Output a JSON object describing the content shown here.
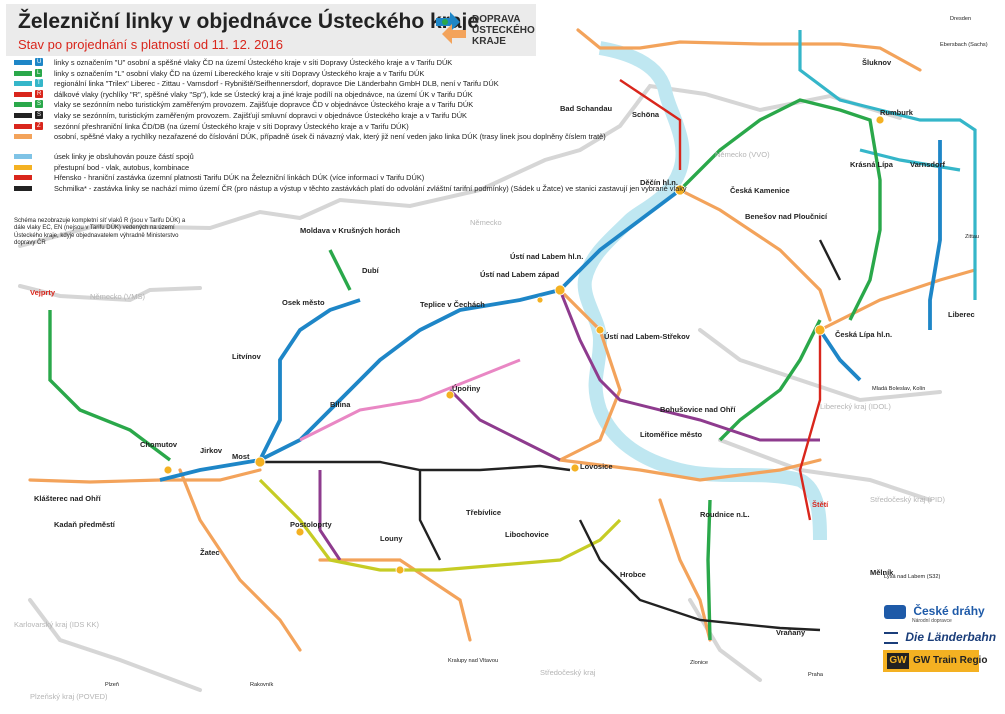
{
  "header": {
    "title": "Železniční linky v objednávce Ústeckého kraje",
    "subtitle": "Stav po projednání s platností od 11. 12. 2016",
    "logo_text": [
      "DOPRAVA",
      "ÚSTECKÉHO",
      "KRAJE"
    ]
  },
  "legend": [
    {
      "badge": "U",
      "color": "#1e86c7",
      "text": "linky s označením \"U\" osobní a spěšné vlaky ČD na území Ústeckého kraje v síti Dopravy Ústeckého kraje a v Tarifu DÚK"
    },
    {
      "badge": "L",
      "color": "#2aa84a",
      "text": "linky s označením \"L\" osobní vlaky ČD na území Libereckého kraje v síti Dopravy Ústeckého kraje a v Tarifu DÚK"
    },
    {
      "badge": "T",
      "color": "#35b6c9",
      "text": "regionální linka \"Trilex\" Liberec - Zittau - Varnsdorf - Rybniště/Seifhennersdorf, dopravce Die Länderbahn GmbH DLB, není v Tarifu DÚK"
    },
    {
      "badge": "R",
      "color": "#d9261c",
      "text": "dálkové vlaky (rychlíky \"R\", spěšné vlaky \"Sp\"), kde se Ústecký kraj a jiné kraje podílí na objednávce, na území ÚK v Tarifu DÚK"
    },
    {
      "badge": "S",
      "color": "#2aa84a",
      "text": "vlaky se sezónním nebo turistickým zaměřeným provozem. Zajišťuje dopravce ČD v objednávce Ústeckého kraje a v Tarifu DÚK"
    },
    {
      "badge": "S",
      "color": "#222222",
      "text": "vlaky se sezónním, turistickým zaměřeným provozem. Zajišťují smluvní dopravci v objednávce Ústeckého kraje a v Tarifu DÚK"
    },
    {
      "badge": "Z",
      "color": "#d9261c",
      "text": "sezónní přeshraniční linka ČD/DB (na území Ústeckého kraje v síti Dopravy Ústeckého kraje a v Tarifu DÚK)"
    },
    {
      "badge": "",
      "color": "#f3a35b",
      "text": "osobní, spěšné vlaky a rychlíky nezařazené do číslování DÚK, případně úsek či návazný vlak, který již není veden jako linka DÚK (trasy linek jsou doplněny číslem tratě)"
    },
    {
      "badge": "",
      "color": "#7fc3e6",
      "text": "úsek linky je obsluhován pouze částí spojů"
    },
    {
      "badge": "",
      "color": "#f4b122",
      "text": "přestupní bod - vlak, autobus, kombinace"
    },
    {
      "badge": "",
      "color": "#d9261c",
      "text": "Hřensko - hraniční zastávka územní platnosti Tarifu DÚK na Železniční linkách DÚK (více informací v Tarifu DÚK)"
    },
    {
      "badge": "",
      "color": "#222222",
      "text": "Schmilka* - zastávka linky se nachází mimo území ČR (pro nástup a výstup v těchto zastávkách platí do odvolání zvláštní tarifní podmínky) (Sádek u Žatce) ve stanici zastavují jen vybrané vlaky"
    }
  ],
  "note": "Schéma nezobrazuje kompletní síť vlaků R (jsou v Tarifu DÚK) a dále vlaky EC, EN (nejsou v Tarifu DÚK) vedených na území Ústeckého kraje, kdyje objednavatelem výhradně Ministerstvo dopravy ČR",
  "regions": [
    "Německo",
    "Německo (VMS)",
    "Německo (VVO)",
    "Liberecký kraj (IDOL)",
    "Středočeský kraj (PID)",
    "Středočeský kraj",
    "Plzeňský kraj (POVED)",
    "Karlovarský kraj (IDS KK)"
  ],
  "stations": {
    "dn": "Děčín hl.n.",
    "ul": "Ústí nad Labem hl.n.",
    "ulz": "Ústí nad Labem západ",
    "uls": "Ústí nad Labem-Střekov",
    "most": "Most",
    "chom": "Chomutov",
    "litv": "Litvínov",
    "tep": "Teplice v Čechách",
    "lov": "Lovosice",
    "litom": "Litoměřice město",
    "zatec": "Žatec",
    "louny": "Louny",
    "cl": "Česká Lípa hl.n.",
    "rum": "Rumburk",
    "varns": "Varnsdorf",
    "liberec": "Liberec",
    "roud": "Roudnice n.L.",
    "melnik": "Mělník",
    "rakovnik": "Rakovník",
    "kralupy": "Kralupy nad Vltavou",
    "zittau": "Zittau",
    "dresden": "Dresden",
    "bad": "Bad Schandau",
    "schona": "Schöna",
    "ebersbach": "Ebersbach (Sachs)",
    "bilina": "Bílina",
    "upor": "Úpořiny",
    "postol": "Postoloprty",
    "vejprty": "Vejprty",
    "kadan": "Kadaň předměstí",
    "klast": "Klášterec nad Ohří",
    "jirkov": "Jirkov",
    "osek": "Osek město",
    "dubi": "Dubí",
    "moldava": "Moldava v Krušných horách",
    "vrsov": "Vraňany",
    "strekov": "Štětí",
    "bohusovice": "Bohušovice nad Ohří",
    "plzen": "Plzeň",
    "krasna": "Krásná Lípa",
    "sluknov": "Šluknov",
    "bencen": "Benešov nad Ploučnicí",
    "ceskakam": "Česká Kamenice",
    "libochov": "Libochovice",
    "trebiv": "Třebívlice",
    "hrobce": "Hrobce",
    "zlonice": "Zlonice",
    "mlada": "Mladá Boleslav, Kolín",
    "lysa": "Lysá nad Labem (S32)",
    "praha": "Praha"
  },
  "brands": [
    "České dráhy",
    "Die Länderbahn",
    "GW Train Regio"
  ],
  "brand_sub": "Národní dopravce"
}
